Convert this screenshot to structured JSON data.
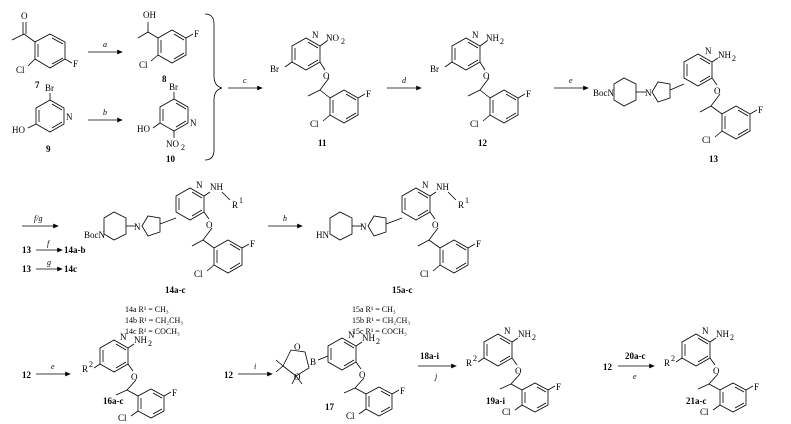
{
  "compounds": {
    "c7": "7",
    "c8": "8",
    "c9": "9",
    "c10": "10",
    "c11": "11",
    "c12": "12",
    "c13": "13",
    "c14": "14a-c",
    "c15": "15a-c",
    "c16": "16a-c",
    "c17": "17",
    "c19": "19a-i",
    "c21": "21a-c",
    "c13b": "13",
    "c13c": "13",
    "c14ab": "14a-b",
    "c14cb": "14c",
    "c12b": "12",
    "c12c": "12",
    "c12d": "12",
    "c18": "18a-i",
    "c20": "20a-c"
  },
  "reagents": {
    "a": "a",
    "b": "b",
    "c": "c",
    "d": "d",
    "e": "e",
    "fg": "f/g",
    "f": "f",
    "g": "g",
    "h": "h",
    "e2": "e",
    "i": "i",
    "j": "j",
    "e3": "e"
  },
  "atoms": {
    "O": "O",
    "OH": "OH",
    "F": "F",
    "Cl": "Cl",
    "Br": "Br",
    "HO": "HO",
    "N": "N",
    "NO2": "NO",
    "NH2": "NH",
    "BocN": "BocN",
    "HN": "HN",
    "NH": "NH",
    "R1": "R",
    "R2": "R",
    "B": "B",
    "sub2": "2",
    "sup1": "1",
    "sup2": "2"
  },
  "legend": {
    "r14a": "14a R¹ = CH₃",
    "r14b": "14b R¹ = CH₂CH₃",
    "r14c": "14c R¹ = COCH₃",
    "r15a": "15a R¹ = CH₃",
    "r15b": "15b R¹ = CH₂CH₃",
    "r15c": "15c R¹ = COCH₃"
  }
}
